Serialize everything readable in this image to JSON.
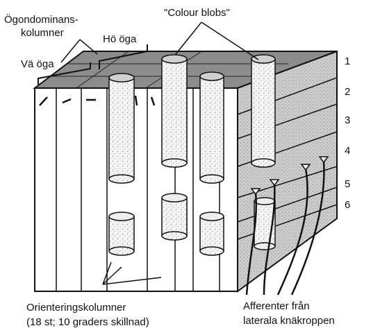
{
  "labels": {
    "ocular_dominance_line1": "Ögondominans-",
    "ocular_dominance_line2": "kolumner",
    "right_eye": "Hö öga",
    "left_eye": "Vä öga",
    "colour_blobs": "\"Colour blobs\"",
    "orientation_line1": "Orienteringskolumner",
    "orientation_line2": "(18 st; 10 graders skillnad)",
    "afferents_line1": "Afferenter från",
    "afferents_line2": "laterala knäkroppen"
  },
  "layers": [
    "1",
    "2",
    "3",
    "4",
    "5",
    "6"
  ],
  "colors": {
    "ink": "#111111",
    "top_shade": "#8c8c8c",
    "side_shade": "#c4c4c4",
    "paper": "#ffffff"
  }
}
